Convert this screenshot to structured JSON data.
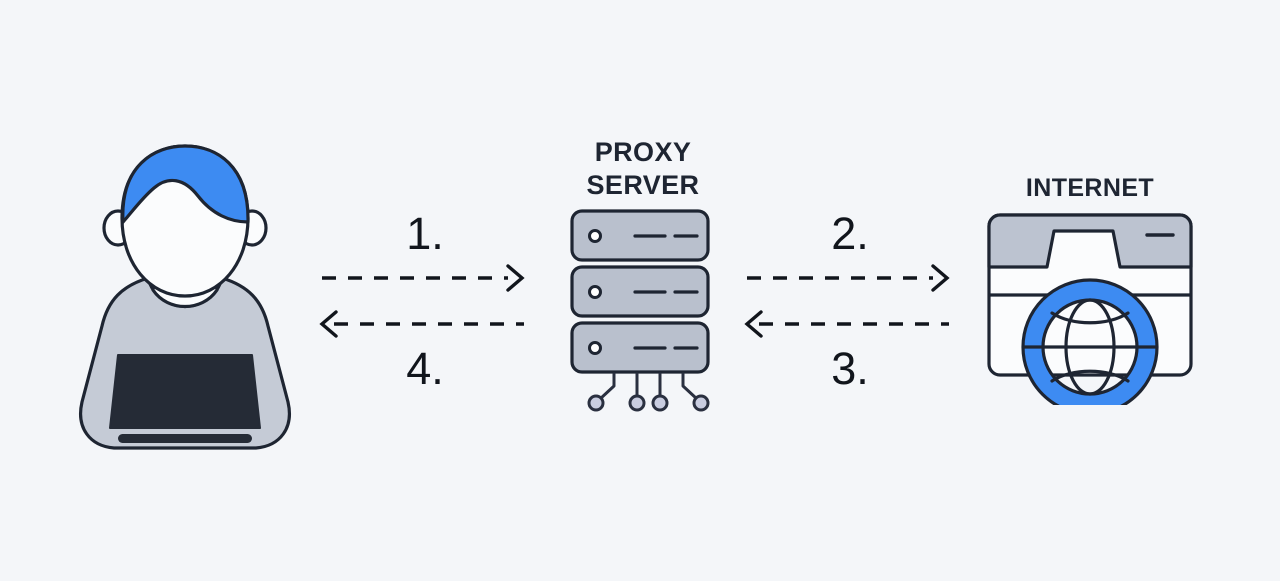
{
  "diagram": {
    "title": "Proxy server request flow",
    "background_color": "#f4f6f9",
    "accent_color": "#3d8bf2",
    "ink_color": "#1e2532",
    "panel_color": "#b9c0cd"
  },
  "nodes": {
    "user": {
      "name": "user-with-laptop",
      "label": "",
      "hair_color": "#3d8bf2",
      "shirt_color": "#c5cbd6",
      "laptop_color": "#252b36"
    },
    "proxy": {
      "name": "proxy-server",
      "label": "PROXY\nSERVER",
      "rack_count": 3,
      "connector_count": 4,
      "rack_fill": "#b9c0cd"
    },
    "internet": {
      "name": "internet-browser-globe",
      "label": "INTERNET",
      "titlebar_fill": "#bcc3d0",
      "globe_ring_color": "#3d8bf2"
    }
  },
  "flows": [
    {
      "id": "step-1",
      "label": "1.",
      "direction": "right",
      "position": "above",
      "side": "left",
      "from": "user",
      "to": "proxy"
    },
    {
      "id": "step-4",
      "label": "4.",
      "direction": "left",
      "position": "below",
      "side": "left",
      "from": "proxy",
      "to": "user"
    },
    {
      "id": "step-2",
      "label": "2.",
      "direction": "right",
      "position": "above",
      "side": "right",
      "from": "proxy",
      "to": "internet"
    },
    {
      "id": "step-3",
      "label": "3.",
      "direction": "left",
      "position": "below",
      "side": "right",
      "from": "internet",
      "to": "proxy"
    }
  ]
}
